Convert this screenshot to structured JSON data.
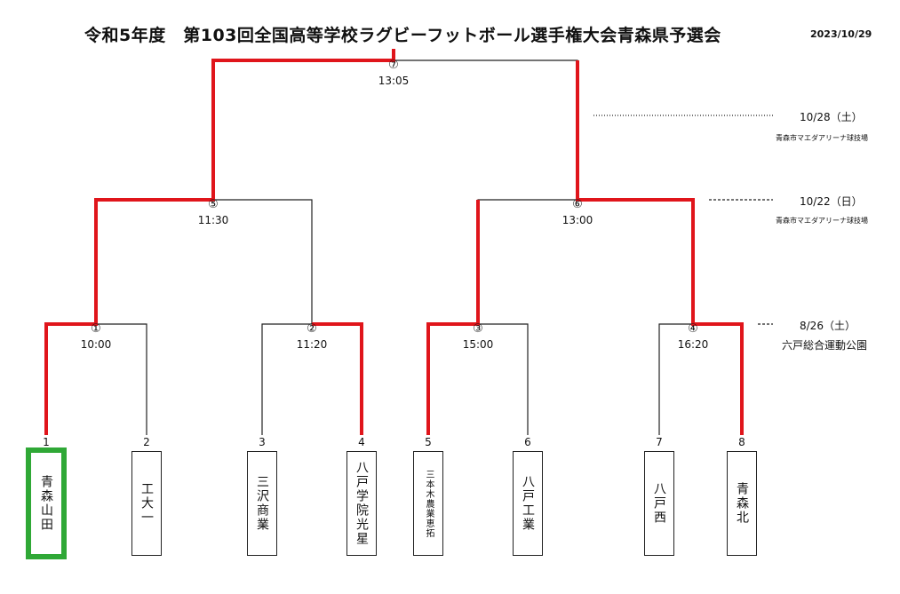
{
  "header": {
    "title": "令和5年度　第103回全国高等学校ラグビーフットボール選手権大会青森県予選会",
    "date": "2023/10/29"
  },
  "matches": [
    {
      "num": "①",
      "time": "10:00"
    },
    {
      "num": "②",
      "time": "11:20"
    },
    {
      "num": "③",
      "time": "15:00"
    },
    {
      "num": "④",
      "time": "16:20"
    },
    {
      "num": "⑤",
      "time": "11:30"
    },
    {
      "num": "⑥",
      "time": "13:00"
    },
    {
      "num": "⑦",
      "time": "13:05"
    }
  ],
  "entries": [
    {
      "seed": "1",
      "team": "青森山田",
      "highlighted": true
    },
    {
      "seed": "2",
      "team": "工大一",
      "highlighted": false
    },
    {
      "seed": "3",
      "team": "三沢商業",
      "highlighted": false
    },
    {
      "seed": "4",
      "team": "八戸学院光星",
      "highlighted": false
    },
    {
      "seed": "5",
      "team": "三本木農業恵拓",
      "highlighted": false
    },
    {
      "seed": "6",
      "team": "八戸工業",
      "highlighted": false
    },
    {
      "seed": "7",
      "team": "八戸西",
      "highlighted": false
    },
    {
      "seed": "8",
      "team": "青森北",
      "highlighted": false
    }
  ],
  "schedule": [
    {
      "date": "10/28（土）",
      "venue": "青森市マエダアリーナ球技場"
    },
    {
      "date": "10/22（日）",
      "venue": "青森市マエダアリーナ球技場"
    },
    {
      "date": "8/26（土）",
      "venue": "六戸総合運動公園"
    }
  ],
  "colors": {
    "winner_line": "#e0151b",
    "bracket_line": "#222222",
    "highlight_box": "#2fa836"
  }
}
